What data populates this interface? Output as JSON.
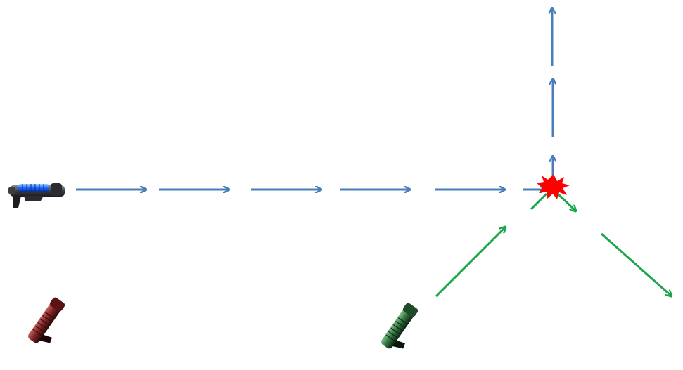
{
  "colors": {
    "background": "#ffffff",
    "blue_beam": "#4a7ebb",
    "green_beam": "#1aa64a",
    "explosion": "#ff0000"
  },
  "icons": {
    "blue_gun": "blue-energy-gun-icon",
    "red_gun": "red-energy-gun-icon",
    "green_gun": "green-energy-gun-icon",
    "collision": "explosion-burst-icon"
  },
  "beams": {
    "blue_horizontal_segments": 6,
    "blue_vertical_segments": 3,
    "green_incoming_segments": 2,
    "green_outgoing_segments": 2
  }
}
